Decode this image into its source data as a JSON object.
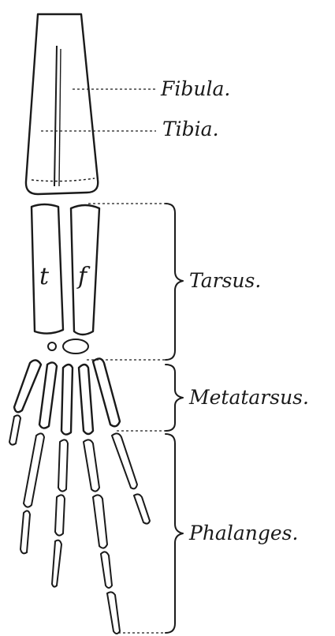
{
  "labels": {
    "fibula": "Fibula.",
    "tibia": "Tibia.",
    "tarsus": "Tarsus.",
    "metatarsus": "Metatarsus.",
    "phalanges": "Phalanges."
  },
  "bone_letters": {
    "tibiale": "t",
    "fibulare": "f"
  }
}
